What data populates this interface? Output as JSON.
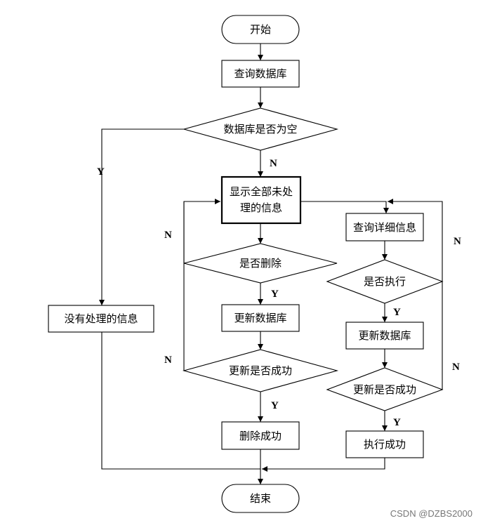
{
  "nodes": {
    "start": "开始",
    "query_db": "查询数据库",
    "db_empty": "数据库是否为空",
    "show_unprocessed_1": "显示全部未处",
    "show_unprocessed_2": "理的信息",
    "no_unprocessed": "没有处理的信息",
    "delete_q": "是否删除",
    "update_db_left": "更新数据库",
    "update_ok_left": "更新是否成功",
    "delete_ok": "删除成功",
    "query_detail": "查询详细信息",
    "execute_q": "是否执行",
    "update_db_right": "更新数据库",
    "update_ok_right": "更新是否成功",
    "execute_ok": "执行成功",
    "end": "结束"
  },
  "edge_labels": {
    "y_empty": "Y",
    "n_empty": "N",
    "n_delete": "N",
    "y_delete": "Y",
    "n_update_left": "N",
    "y_update_left": "Y",
    "n_execute": "N",
    "y_execute": "Y",
    "n_update_right": "N",
    "y_update_right": "Y"
  },
  "watermark": "CSDN @DZBS2000"
}
